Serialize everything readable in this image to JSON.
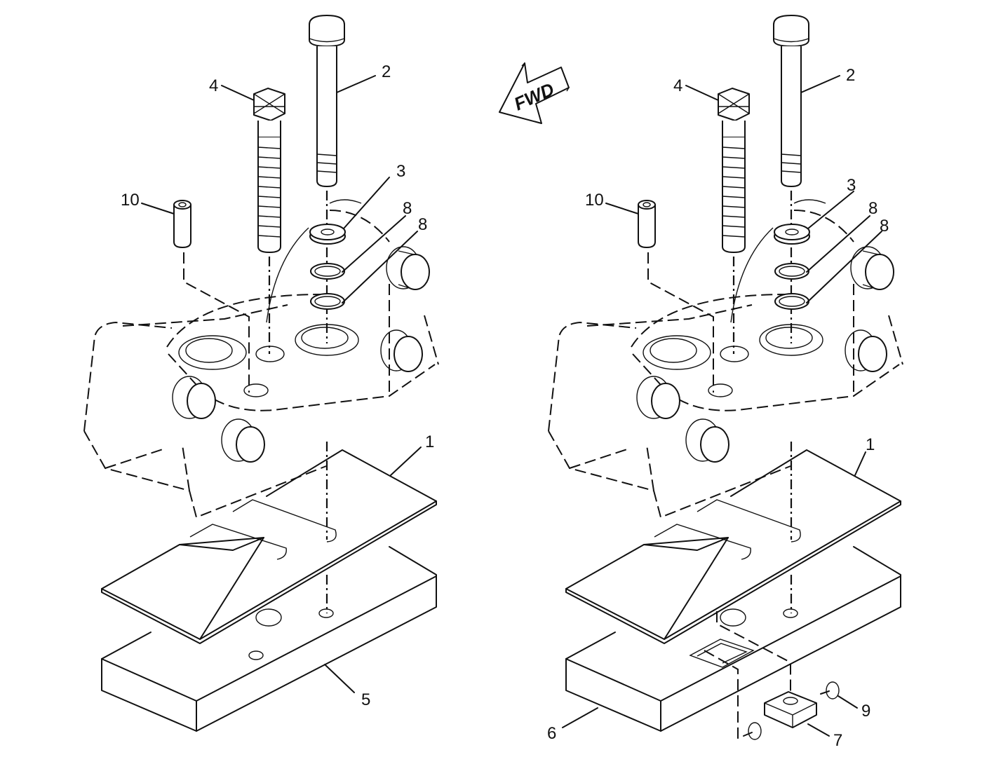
{
  "direction_arrow": {
    "text": "FWD"
  },
  "views": [
    {
      "name": "left-view",
      "callouts": [
        {
          "id": "l-10",
          "text": "10"
        },
        {
          "id": "l-4",
          "text": "4"
        },
        {
          "id": "l-2",
          "text": "2"
        },
        {
          "id": "l-3",
          "text": "3"
        },
        {
          "id": "l-8a",
          "text": "8"
        },
        {
          "id": "l-8b",
          "text": "8"
        },
        {
          "id": "l-1",
          "text": "1"
        },
        {
          "id": "l-5",
          "text": "5"
        }
      ]
    },
    {
      "name": "right-view",
      "callouts": [
        {
          "id": "r-10",
          "text": "10"
        },
        {
          "id": "r-4",
          "text": "4"
        },
        {
          "id": "r-2",
          "text": "2"
        },
        {
          "id": "r-3",
          "text": "3"
        },
        {
          "id": "r-8a",
          "text": "8"
        },
        {
          "id": "r-8b",
          "text": "8"
        },
        {
          "id": "r-1",
          "text": "1"
        },
        {
          "id": "r-6",
          "text": "6"
        },
        {
          "id": "r-9",
          "text": "9"
        },
        {
          "id": "r-7",
          "text": "7"
        }
      ]
    }
  ]
}
